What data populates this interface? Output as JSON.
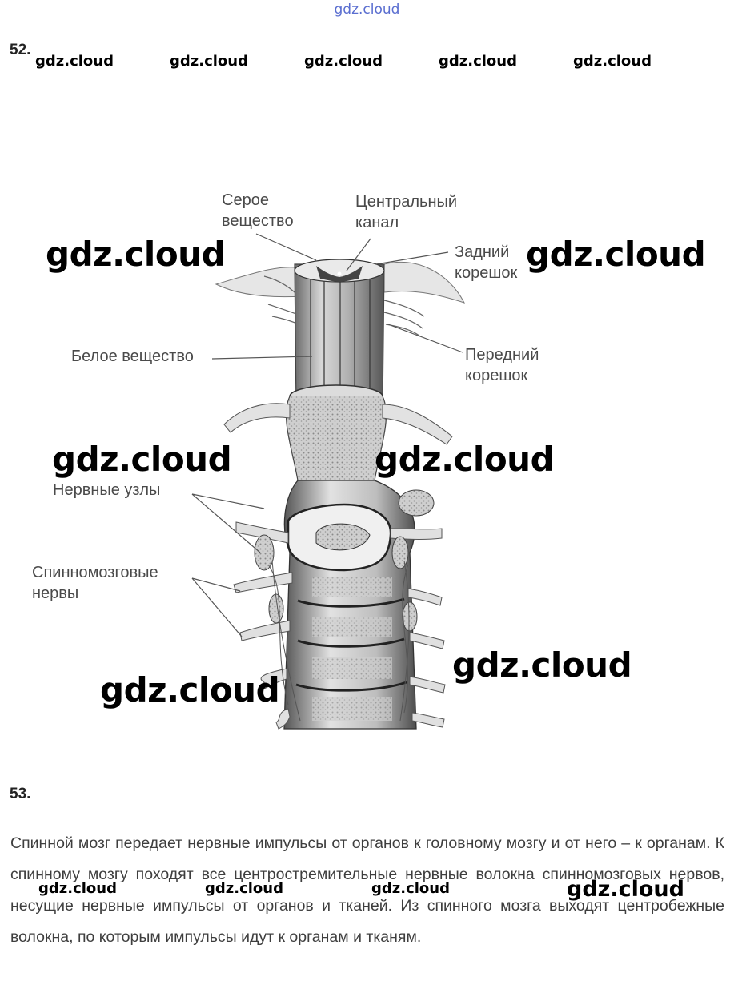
{
  "header": {
    "site_mark": "gdz.cloud"
  },
  "task52": {
    "number": "52."
  },
  "watermarks": {
    "row_small": [
      "gdz.cloud",
      "gdz.cloud",
      "gdz.cloud",
      "gdz.cloud",
      "gdz.cloud"
    ],
    "big": [
      "gdz.cloud",
      "gdz.cloud",
      "gdz.cloud",
      "gdz.cloud",
      "gdz.cloud",
      "gdz.cloud"
    ],
    "text_row": [
      "gdz.cloud",
      "gdz.cloud",
      "gdz.cloud",
      "gdz.cloud"
    ]
  },
  "diagram": {
    "labels": {
      "grey_matter_1": "Серое",
      "grey_matter_2": "вещество",
      "central_canal_1": "Центральный",
      "central_canal_2": "канал",
      "dorsal_root_1": "Задний",
      "dorsal_root_2": "корешок",
      "white_matter": "Белое вещество",
      "ventral_root_1": "Передний",
      "ventral_root_2": "корешок",
      "ganglia": "Нервные узлы",
      "spinal_nerves_1": "Спинномозговые",
      "spinal_nerves_2": "нервы"
    }
  },
  "task53": {
    "number": "53.",
    "text": "Спинной мозг передает нервные импульсы от органов к головному мозгу и от него – к органам. К спинному мозгу походят все центростремительные нервные волокна спинномозговых нервов, несущие нервные импульсы от органов и тканей. Из спинного мозга выходят центробежные волокна, по которым импульсы идут к органам и тканям."
  }
}
